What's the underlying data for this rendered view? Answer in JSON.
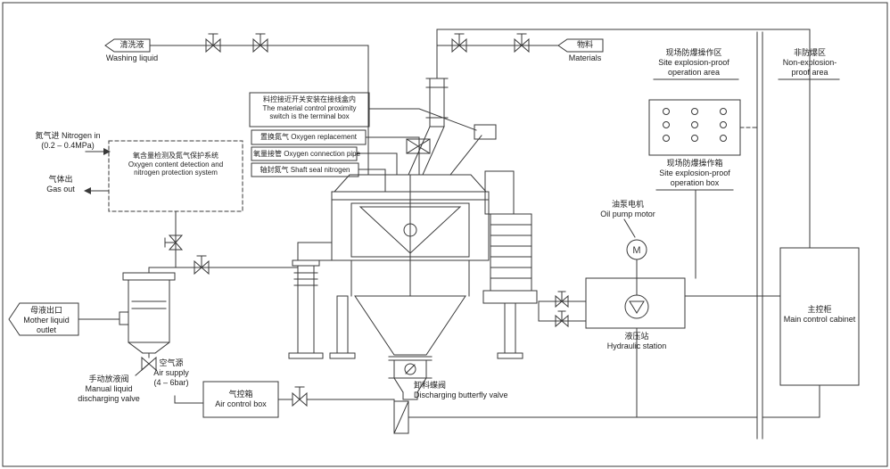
{
  "colors": {
    "diagram_line": "#3a3a3a",
    "background": "#ffffff"
  },
  "tags": {
    "washing": {
      "zh": "清洗液",
      "en": "Washing liquid"
    },
    "materials": {
      "zh": "物料",
      "en": "Materials"
    },
    "mother_liquid": {
      "zh": "母液出口",
      "en1": "Mother liquid",
      "en2": "outlet"
    }
  },
  "zones": {
    "site_area": {
      "zh": "现场防爆操作区",
      "en1": "Site explosion-proof",
      "en2": "operation area"
    },
    "non_explosion": {
      "zh": "非防爆区",
      "en1": "Non-explosion-",
      "en2": "proof area"
    }
  },
  "nitrogen": {
    "inlet_zh": "氮气进 Nitrogen in",
    "inlet_range": "(0.2 – 0.4MPa)",
    "system_zh": "氧含量检测及氮气保护系统",
    "system_en1": "Oxygen content detection and",
    "system_en2": "nitrogen protection system",
    "gas_out_zh": "气体出",
    "gas_out_en": "Gas out"
  },
  "callouts": {
    "proximity_zh": "料控接近开关安装在接线盒内",
    "proximity_en1": "The material control proximity",
    "proximity_en2": "switch is the terminal box",
    "replacement": "置换氮气 Oxygen replacement",
    "oxygen_pipe": "氧量接管 Oxygen connection pipe",
    "shaft_seal": "轴封氮气 Shaft seal nitrogen"
  },
  "equipment": {
    "op_box": {
      "zh": "现场防爆操作箱",
      "en1": "Site explosion-proof",
      "en2": "operation box"
    },
    "oil_pump": {
      "zh": "油泵电机",
      "en": "Oil pump motor"
    },
    "hydraulic": {
      "zh": "液压站",
      "en": "Hydraulic station"
    },
    "main_cabinet": {
      "zh": "主控柜",
      "en": "Main control cabinet"
    },
    "motor_symbol": "M",
    "manual_valve": {
      "zh": "手动放液阀",
      "en1": "Manual liquid",
      "en2": "discharging valve"
    },
    "air_supply": {
      "zh": "空气源",
      "en1": "Air supply",
      "en2": "(4 – 6bar)"
    },
    "air_control": {
      "zh": "气控箱",
      "en": "Air control box"
    },
    "butterfly": {
      "zh": "卸料蝶阀",
      "en": "Discharging butterfly valve"
    }
  }
}
